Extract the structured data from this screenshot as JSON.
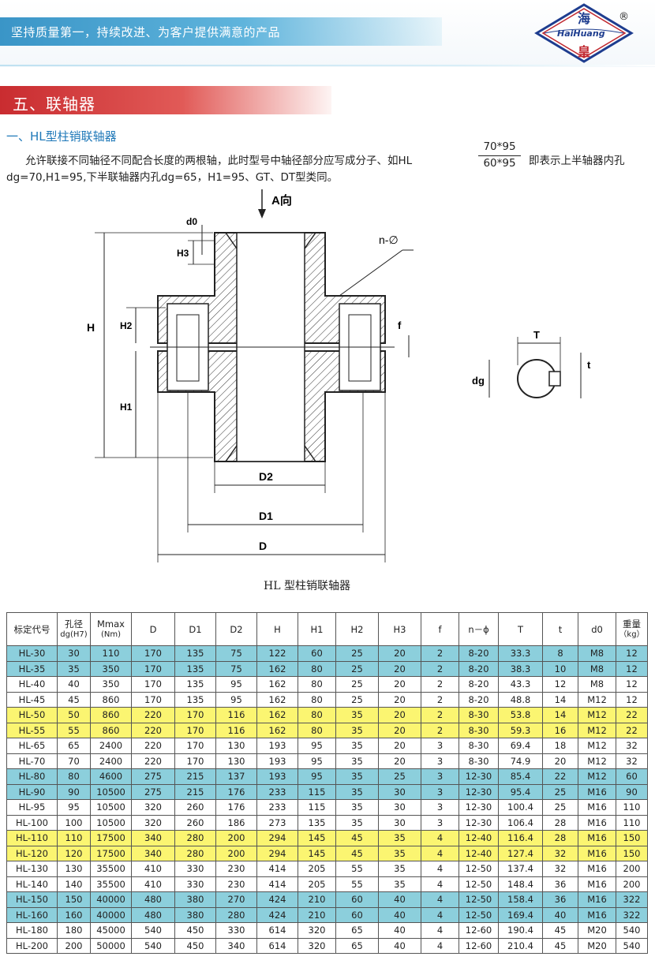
{
  "header": {
    "slogan": "坚持质量第一，持续改进、为客户提供满意的产品",
    "logo_cn_top": "海",
    "logo_en": "HaiHuang",
    "logo_cn_bottom": "皇",
    "reg_mark": "®",
    "colors": {
      "slogan_bar": "#3a95c7",
      "logo_blue": "#1e3d8f",
      "logo_red": "#c0282f"
    }
  },
  "section": {
    "title": "五、联轴器",
    "color": "#c92c30"
  },
  "subsection": {
    "title": "一、HL型柱销联轴器",
    "desc_part1": "允许联接不同轴径不同配合长度的两根轴，此时型号中轴径部分应写成分子、如HL",
    "fraction_num": "70*95",
    "fraction_den": "60*95",
    "desc_part2": "即表示上半轴器内孔",
    "desc_line2": "dg=70,H1=95,下半联轴器内孔dg=65，H1=95、GT、DT型类同。"
  },
  "diagram": {
    "labels": {
      "a_dir": "A向",
      "d0": "d0",
      "n_phi": "n-∅",
      "h3": "H3",
      "h": "H",
      "h2": "H2",
      "h1": "H1",
      "f": "f",
      "d2": "D2",
      "d1": "D1",
      "d": "D",
      "t_upper": "T",
      "t_lower": "t",
      "dg": "dg"
    },
    "caption": "HL 型柱销联轴器"
  },
  "table": {
    "headers": [
      {
        "main": "标定代号",
        "sub": ""
      },
      {
        "main": "孔径",
        "sub": "dg(H7)"
      },
      {
        "main": "Mmax",
        "sub": "(Nm)"
      },
      {
        "main": "D",
        "sub": ""
      },
      {
        "main": "D1",
        "sub": ""
      },
      {
        "main": "D2",
        "sub": ""
      },
      {
        "main": "H",
        "sub": ""
      },
      {
        "main": "H1",
        "sub": ""
      },
      {
        "main": "H2",
        "sub": ""
      },
      {
        "main": "H3",
        "sub": ""
      },
      {
        "main": "f",
        "sub": ""
      },
      {
        "main": "n－ϕ",
        "sub": ""
      },
      {
        "main": "T",
        "sub": ""
      },
      {
        "main": "t",
        "sub": ""
      },
      {
        "main": "d0",
        "sub": ""
      },
      {
        "main": "重量",
        "sub": "（kg）"
      }
    ],
    "row_colors": {
      "blue": "#8ccfdc",
      "yellow": "#fbf571",
      "white": "#ffffff"
    },
    "rows": [
      {
        "color": "blue",
        "cells": [
          "HL-30",
          "30",
          "110",
          "170",
          "135",
          "75",
          "122",
          "60",
          "25",
          "20",
          "2",
          "8-20",
          "33.3",
          "8",
          "M8",
          "12"
        ]
      },
      {
        "color": "blue",
        "cells": [
          "HL-35",
          "35",
          "350",
          "170",
          "135",
          "75",
          "162",
          "80",
          "25",
          "20",
          "2",
          "8-20",
          "38.3",
          "10",
          "M8",
          "12"
        ]
      },
      {
        "color": "white",
        "cells": [
          "HL-40",
          "40",
          "350",
          "170",
          "135",
          "95",
          "162",
          "80",
          "25",
          "20",
          "2",
          "8-20",
          "43.3",
          "12",
          "M8",
          "12"
        ]
      },
      {
        "color": "white",
        "cells": [
          "HL-45",
          "45",
          "860",
          "170",
          "135",
          "95",
          "162",
          "80",
          "25",
          "20",
          "2",
          "8-20",
          "48.8",
          "14",
          "M12",
          "12"
        ]
      },
      {
        "color": "yellow",
        "cells": [
          "HL-50",
          "50",
          "860",
          "220",
          "170",
          "116",
          "162",
          "80",
          "35",
          "20",
          "2",
          "8-30",
          "53.8",
          "14",
          "M12",
          "22"
        ]
      },
      {
        "color": "yellow",
        "cells": [
          "HL-55",
          "55",
          "860",
          "220",
          "170",
          "116",
          "162",
          "80",
          "35",
          "20",
          "2",
          "8-30",
          "59.3",
          "16",
          "M12",
          "22"
        ]
      },
      {
        "color": "white",
        "cells": [
          "HL-65",
          "65",
          "2400",
          "220",
          "170",
          "130",
          "193",
          "95",
          "35",
          "20",
          "3",
          "8-30",
          "69.4",
          "18",
          "M12",
          "32"
        ]
      },
      {
        "color": "white",
        "cells": [
          "HL-70",
          "70",
          "2400",
          "220",
          "170",
          "130",
          "193",
          "95",
          "35",
          "20",
          "3",
          "8-30",
          "74.9",
          "20",
          "M12",
          "32"
        ]
      },
      {
        "color": "blue",
        "cells": [
          "HL-80",
          "80",
          "4600",
          "275",
          "215",
          "137",
          "193",
          "95",
          "35",
          "25",
          "3",
          "12-30",
          "85.4",
          "22",
          "M12",
          "60"
        ]
      },
      {
        "color": "blue",
        "cells": [
          "HL-90",
          "90",
          "10500",
          "275",
          "215",
          "176",
          "233",
          "115",
          "35",
          "30",
          "3",
          "12-30",
          "95.4",
          "25",
          "M16",
          "90"
        ]
      },
      {
        "color": "white",
        "cells": [
          "HL-95",
          "95",
          "10500",
          "320",
          "260",
          "176",
          "233",
          "115",
          "35",
          "30",
          "3",
          "12-30",
          "100.4",
          "25",
          "M16",
          "110"
        ]
      },
      {
        "color": "white",
        "cells": [
          "HL-100",
          "100",
          "10500",
          "320",
          "260",
          "186",
          "273",
          "135",
          "35",
          "30",
          "3",
          "12-30",
          "106.4",
          "28",
          "M16",
          "110"
        ]
      },
      {
        "color": "yellow",
        "cells": [
          "HL-110",
          "110",
          "17500",
          "340",
          "280",
          "200",
          "294",
          "145",
          "45",
          "35",
          "4",
          "12-40",
          "116.4",
          "28",
          "M16",
          "150"
        ]
      },
      {
        "color": "yellow",
        "cells": [
          "HL-120",
          "120",
          "17500",
          "340",
          "280",
          "200",
          "294",
          "145",
          "45",
          "35",
          "4",
          "12-40",
          "127.4",
          "32",
          "M16",
          "150"
        ]
      },
      {
        "color": "white",
        "cells": [
          "HL-130",
          "130",
          "35500",
          "410",
          "330",
          "230",
          "414",
          "205",
          "55",
          "35",
          "4",
          "12-50",
          "137.4",
          "32",
          "M16",
          "200"
        ]
      },
      {
        "color": "white",
        "cells": [
          "HL-140",
          "140",
          "35500",
          "410",
          "330",
          "230",
          "414",
          "205",
          "55",
          "35",
          "4",
          "12-50",
          "148.4",
          "36",
          "M16",
          "200"
        ]
      },
      {
        "color": "blue",
        "cells": [
          "HL-150",
          "150",
          "40000",
          "480",
          "380",
          "270",
          "424",
          "210",
          "60",
          "40",
          "4",
          "12-50",
          "158.4",
          "36",
          "M16",
          "322"
        ]
      },
      {
        "color": "blue",
        "cells": [
          "HL-160",
          "160",
          "40000",
          "480",
          "380",
          "280",
          "424",
          "210",
          "60",
          "40",
          "4",
          "12-50",
          "169.4",
          "40",
          "M16",
          "322"
        ]
      },
      {
        "color": "white",
        "cells": [
          "HL-180",
          "180",
          "45000",
          "540",
          "450",
          "330",
          "614",
          "320",
          "65",
          "40",
          "4",
          "12-60",
          "190.4",
          "45",
          "M20",
          "540"
        ]
      },
      {
        "color": "white",
        "cells": [
          "HL-200",
          "200",
          "50000",
          "540",
          "450",
          "340",
          "614",
          "320",
          "65",
          "40",
          "4",
          "12-60",
          "210.4",
          "45",
          "M20",
          "540"
        ]
      }
    ]
  }
}
